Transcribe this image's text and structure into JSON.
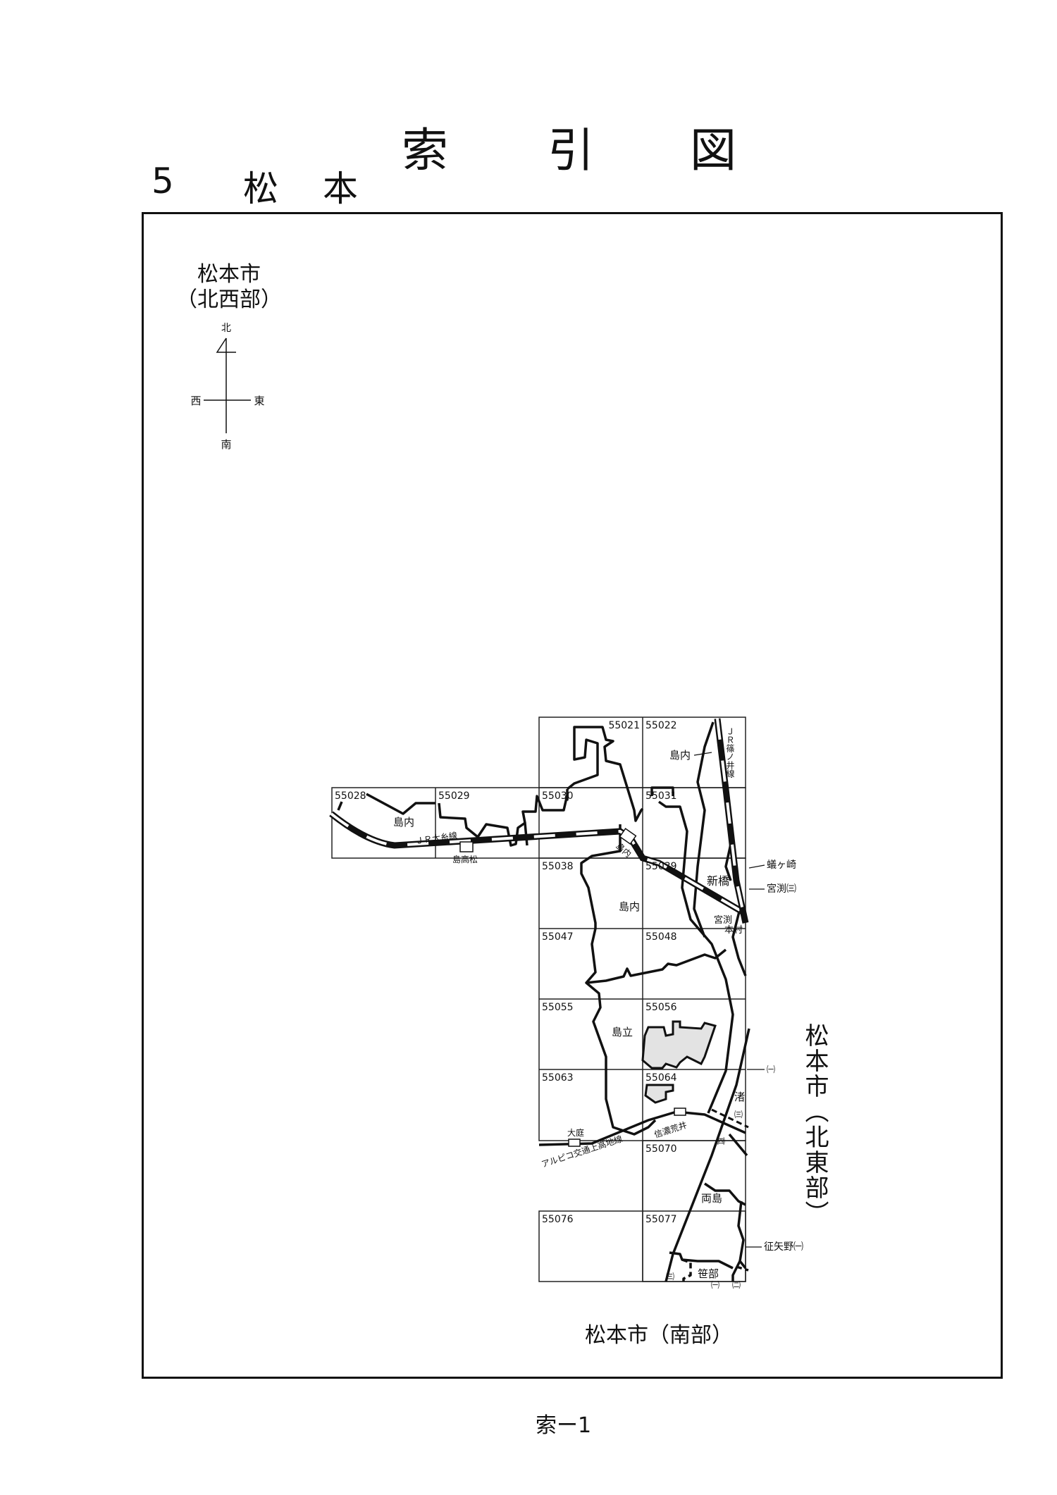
{
  "header": {
    "title_chars": [
      "索",
      "引",
      "図"
    ],
    "number": "5",
    "name_chars": [
      "松",
      "本"
    ]
  },
  "northwest": {
    "line1": "松本市",
    "line2": "（北西部）"
  },
  "compass": {
    "north": "北",
    "south": "南",
    "east": "東",
    "west": "西"
  },
  "grid_cells": [
    "55021",
    "55022",
    "55028",
    "55029",
    "55030",
    "55031",
    "55038",
    "55039",
    "55047",
    "55048",
    "55055",
    "55056",
    "55063",
    "55064",
    "55070",
    "55076",
    "55077"
  ],
  "places": {
    "shimauchi_a": "島内",
    "jr_oito": "ＪＲ大糸線",
    "shimotakamatsu": "島高松",
    "shimauchi_station": "島内",
    "shimauchi_b": "島内",
    "jr_shinonoi": "ＪＲ篠ノ井線",
    "arigasaki": "蟻ヶ崎",
    "miyabuchi3": "宮渕㈢",
    "shinbashi": "新橋",
    "miyabuchi": "宮渕",
    "honmura": "本村",
    "shimauchi_c": "島内",
    "shimadachi": "島立",
    "kakko1_a": "㈠",
    "nagisa": "渚",
    "kakko3_a": "㈢",
    "kakko4": "㈣",
    "oniwa": "大庭",
    "alpico": "アルピコ交通上高地線",
    "shinano_arai": "信濃荒井",
    "ryoshima": "両島",
    "soyano": "征矢野㈠",
    "sasabe": "笹部",
    "kakko3_b": "㈢",
    "kakko1_b": "㈠",
    "kakko2": "㈡"
  },
  "northeast_label": "松本市（北東部）",
  "south_label": "松本市（南部）",
  "footer": "索ー1"
}
